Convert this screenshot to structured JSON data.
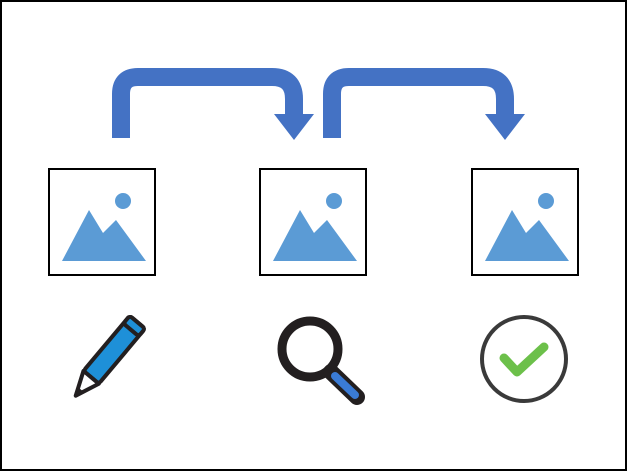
{
  "diagram": {
    "steps": [
      {
        "image": "image-placeholder-icon",
        "tool": "pencil-icon"
      },
      {
        "image": "image-placeholder-icon",
        "tool": "magnifier-icon"
      },
      {
        "image": "image-placeholder-icon",
        "tool": "checkmark-circle-icon"
      }
    ],
    "connectors": [
      {
        "from": 1,
        "to": 2,
        "icon": "curved-arrow-icon"
      },
      {
        "from": 2,
        "to": 3,
        "icon": "curved-arrow-icon"
      }
    ]
  },
  "colors": {
    "arrow": "#4472C4",
    "image_frame": "#000000",
    "image_fill": "#5B9BD5",
    "pencil_body": "#1E90D8",
    "magnifier_ring": "#231F20",
    "magnifier_handle": "#3A7BD5",
    "check_ring": "#3A3A3A",
    "check_mark": "#6CC04A"
  }
}
